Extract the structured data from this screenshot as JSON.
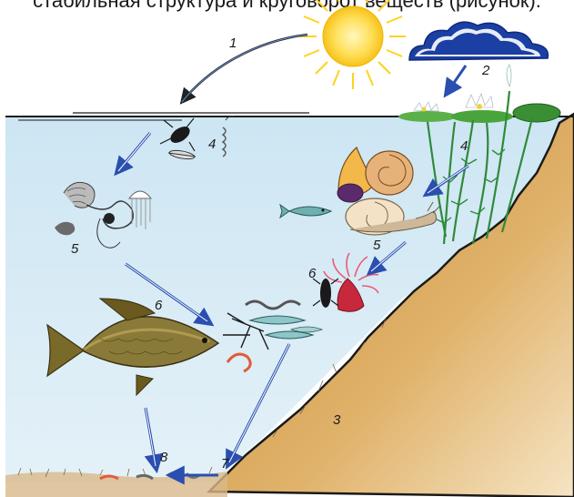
{
  "caption": "стабильная структура и круговорот веществ (рисунок).",
  "labels": {
    "l1": "1",
    "l2": "2",
    "l3": "3",
    "l4a": "4",
    "l4b": "4",
    "l5a": "5",
    "l5b": "5",
    "l6a": "6",
    "l6b": "6",
    "l7": "7",
    "l8": "8"
  },
  "colors": {
    "water": "#cfe6f2",
    "soil": "#d9a15a",
    "sun": "#ffd21f",
    "cloud": "#1b3fa3",
    "arrow": "#2a4fb0",
    "plants": "#2f8a3a"
  },
  "icons": [
    "sun-icon",
    "cloud-icon",
    "water-lily-icon",
    "fish-icon",
    "snail-icon",
    "shell-icon",
    "insect-icon",
    "worm-icon",
    "shrimp-icon",
    "jellyfish-icon",
    "sea-anemone-icon"
  ]
}
